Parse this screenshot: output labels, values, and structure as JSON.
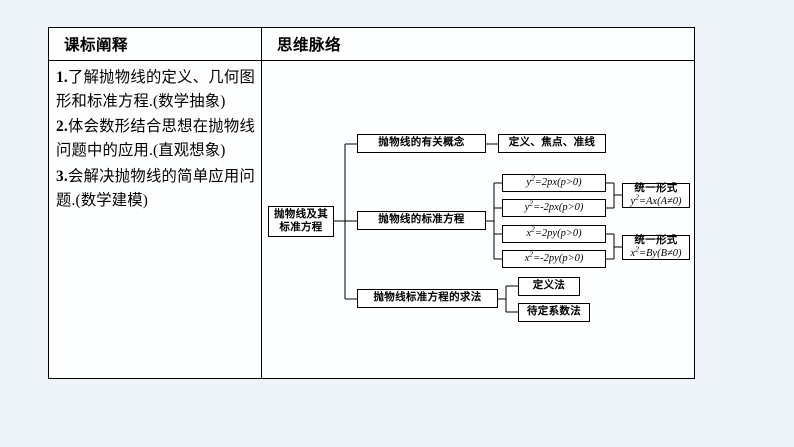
{
  "table": {
    "headers": {
      "left": "课标阐释",
      "right": "思维脉络"
    },
    "objectives": [
      {
        "num": "1.",
        "text": "了解抛物线的定义、几何图形和标准方程.(数学抽象)"
      },
      {
        "num": "2.",
        "text": "体会数形结合思想在抛物线问题中的应用.(直观想象)"
      },
      {
        "num": "3.",
        "text": "会解决抛物线的简单应用问题.(数学建模)"
      }
    ]
  },
  "diagram": {
    "root": {
      "line1": "抛物线及其",
      "line2": "标准方程"
    },
    "branches": {
      "concepts": "抛物线的有关概念",
      "standard_equation": "抛物线的标准方程",
      "solving_method": "抛物线标准方程的求法"
    },
    "leaves": {
      "concept_detail": "定义、焦点、准线",
      "eq_y_pos": "y²=2px(p>0)",
      "eq_y_neg": "y²=-2px(p>0)",
      "eq_x_pos": "x²=2py(p>0)",
      "eq_x_neg": "x²=-2py(p>0)",
      "unified_y_label": "统一形式",
      "unified_y_formula": "y²=Ax(A≠0)",
      "unified_x_label": "统一形式",
      "unified_x_formula": "x²=By(B≠0)",
      "method_definition": "定义法",
      "method_coefficients": "待定系数法"
    }
  }
}
